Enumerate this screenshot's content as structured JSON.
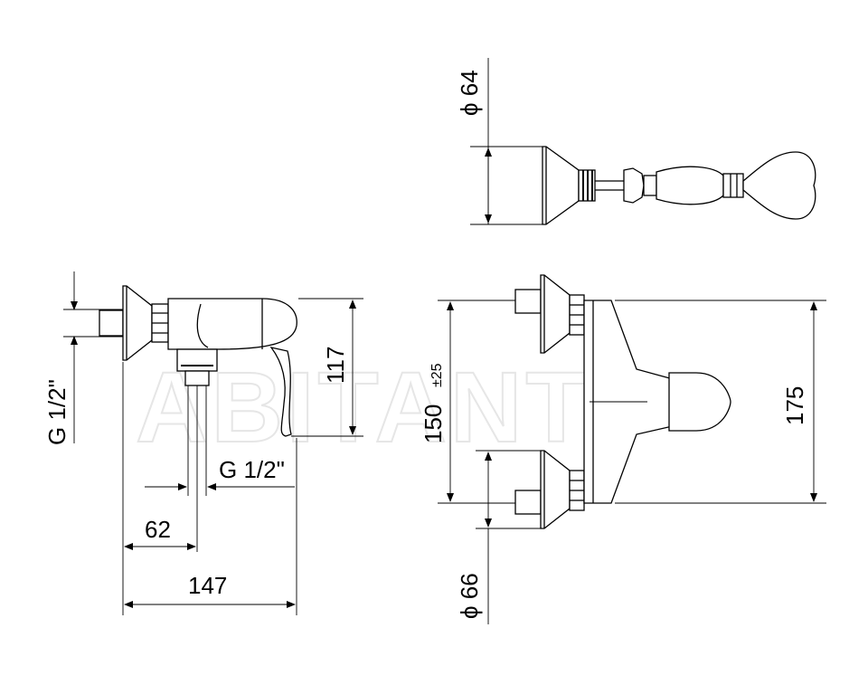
{
  "watermark": "ABITANT",
  "side_view": {
    "thread_left_label": "G 1/2\"",
    "thread_bottom_label": "G 1/2\"",
    "height_label": "117",
    "offset_label": "62",
    "depth_label": "147"
  },
  "front_view": {
    "spacing_label": "150",
    "spacing_tol_label": "±25",
    "height_label": "175",
    "flange_label": "ϕ 66"
  },
  "handshower_view": {
    "diameter_label": "ϕ 64"
  }
}
